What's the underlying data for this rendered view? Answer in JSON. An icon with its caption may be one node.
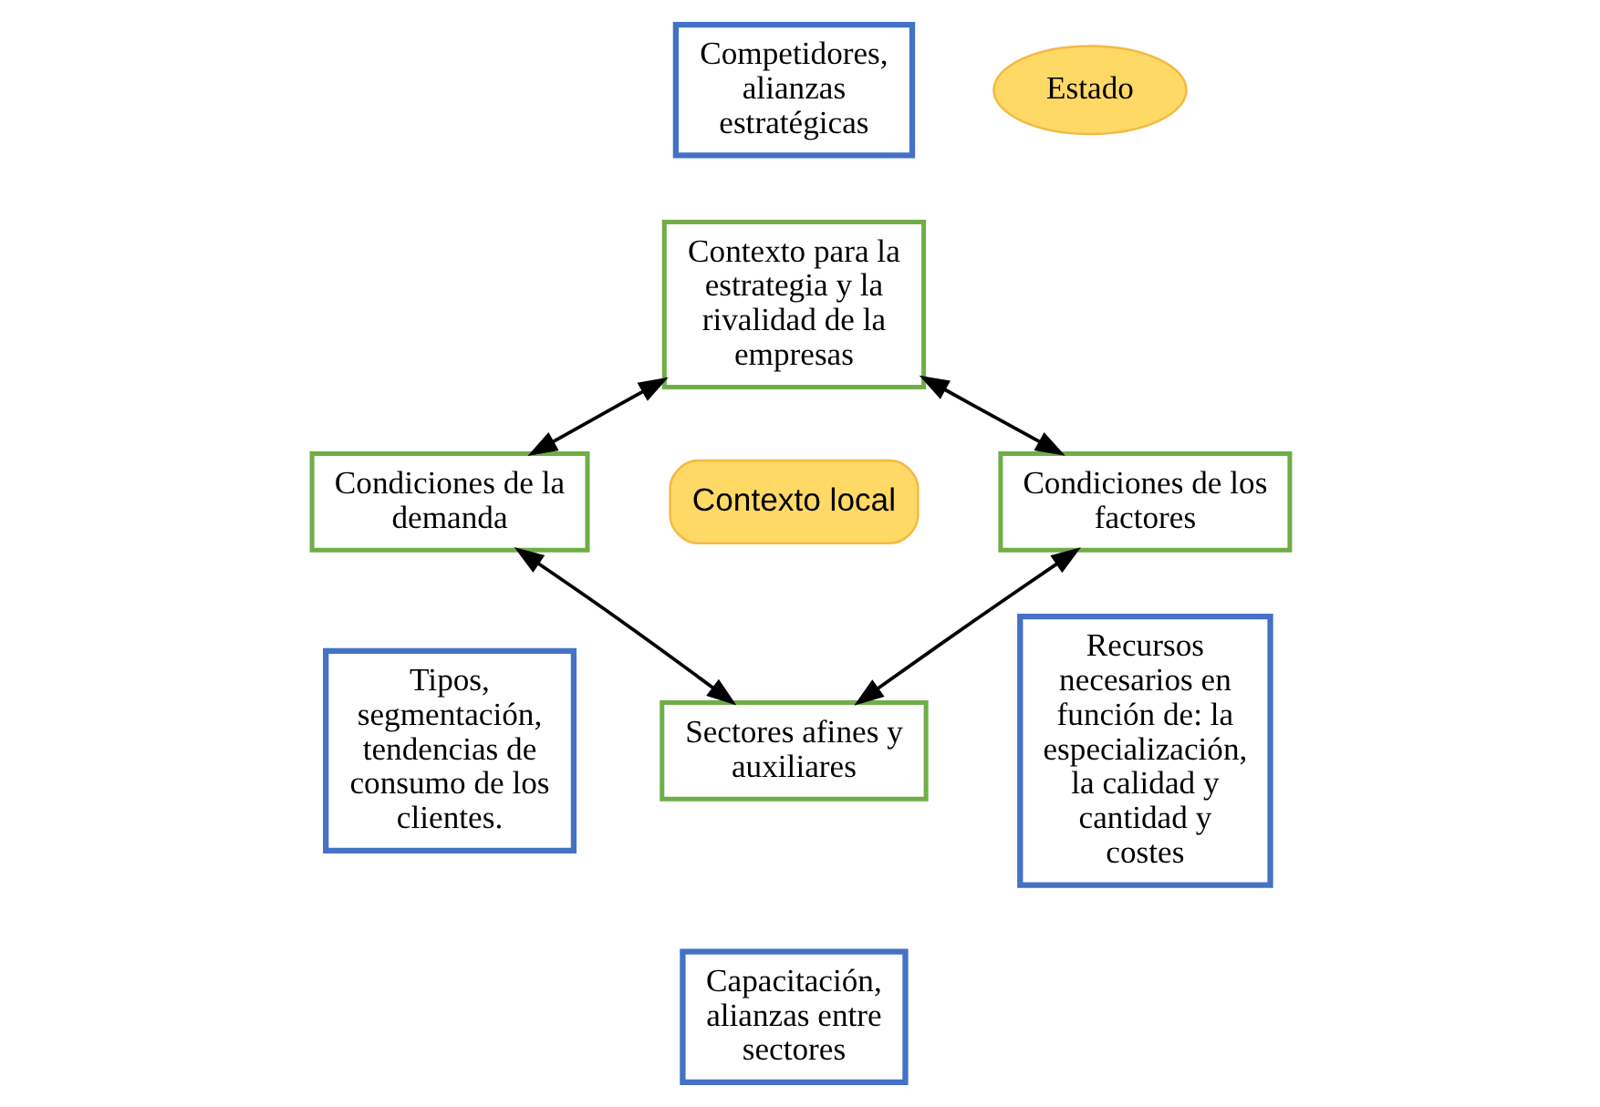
{
  "diagram": {
    "nodes": [
      {
        "text": [
          "Competidores, alianzas estratégicas"
        ]
      },
      {
        "text": [
          "Contexto para la estrategia y la rivalidad de la empresas"
        ]
      },
      {
        "text": [
          "Estado"
        ]
      },
      {
        "text": [
          "Condiciones de los factores"
        ]
      },
      {
        "text": [
          "Contexto local"
        ]
      },
      {
        "text": [
          "Condiciones de la demanda"
        ]
      },
      {
        "text": [
          "Recursos necesarios en función de: la especialización, la calidad y cantidad y costes"
        ]
      },
      {
        "text": [
          "Tipos, segmentación, tendencias de consumo de los clientes."
        ]
      },
      {
        "text": [
          "Sectores afines y auxiliares"
        ]
      },
      {
        "text": [
          "Capacitación, alianzas entre sectores"
        ]
      }
    ],
    "edges": [
      {
        "from": 3,
        "to": 1,
        "arrow": "both"
      },
      {
        "from": 1,
        "to": 5,
        "arrow": "both"
      },
      {
        "from": 3,
        "to": 8,
        "arrow": "both"
      },
      {
        "from": 8,
        "to": 5,
        "arrow": "both"
      }
    ]
  }
}
